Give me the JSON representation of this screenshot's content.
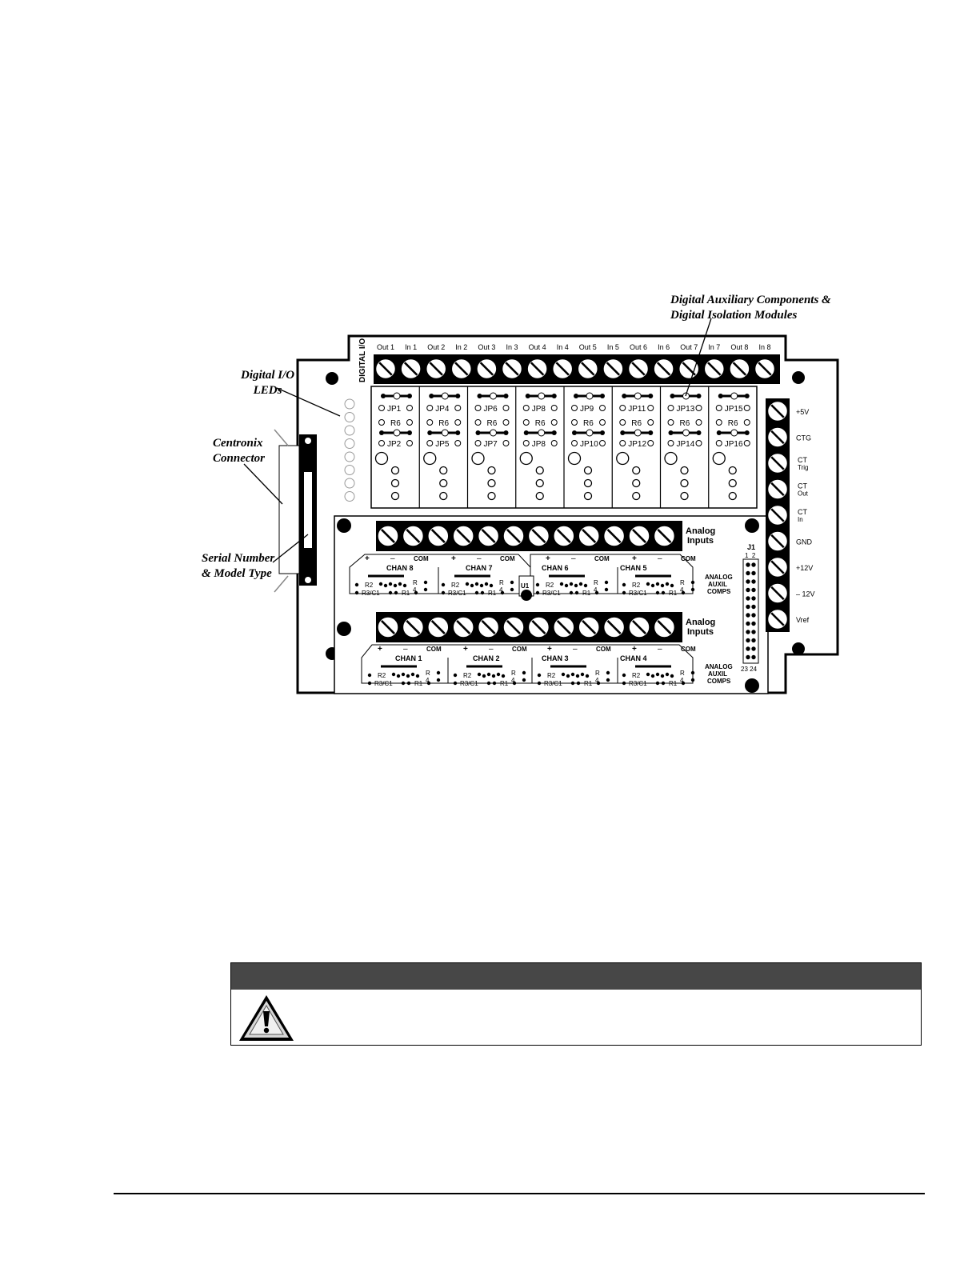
{
  "callouts": {
    "digital_aux": "Digital Auxiliary Components &\nDigital Isolation Modules",
    "digital_leds": "Digital I/O\nLEDs",
    "centronix": "Centronix\nConnector",
    "serial": "Serial Number\n& Model Type"
  },
  "board": {
    "digital_io_label": "DIGITAL I/O",
    "digital_terminals": [
      "Out 1",
      "In 1",
      "Out 2",
      "In 2",
      "Out 3",
      "In 3",
      "Out 4",
      "In 4",
      "Out 5",
      "In 5",
      "Out 6",
      "In 6",
      "Out 7",
      "In 7",
      "Out 8",
      "In 8"
    ],
    "modules": [
      {
        "jp_top": "JP1",
        "jp_bot": "JP2"
      },
      {
        "jp_top": "JP4",
        "jp_bot": "JP5"
      },
      {
        "jp_top": "JP6",
        "jp_bot": "JP7"
      },
      {
        "jp_top": "JP8",
        "jp_bot": "JP8"
      },
      {
        "jp_top": "JP9",
        "jp_bot": "JP10"
      },
      {
        "jp_top": "JP11",
        "jp_bot": "JP12"
      },
      {
        "jp_top": "JP13",
        "jp_bot": "JP14"
      },
      {
        "jp_top": "JP15",
        "jp_bot": "JP16"
      }
    ],
    "r6_label": "R6",
    "analog_inputs_label": [
      "Analog",
      "Inputs"
    ],
    "plus": "+",
    "minus": "–",
    "com": "COM",
    "channels_top": [
      "CHAN 8",
      "CHAN 7",
      "CHAN 6",
      "CHAN 5"
    ],
    "channels_bottom": [
      "CHAN 1",
      "CHAN 2",
      "CHAN 3",
      "CHAN 4"
    ],
    "comp_labels": {
      "r2": "R2",
      "r3c1": "R3/C1",
      "r1": "R1",
      "r": "R",
      "four": "4"
    },
    "u1": "U1",
    "auxil_label": [
      "ANALOG",
      "AUXIL",
      "COMPS"
    ],
    "j1": {
      "title": "J1",
      "top": "1  2",
      "bottom": "23 24"
    },
    "power_terminals": [
      {
        "label": "+5V"
      },
      {
        "label": "CTG"
      },
      {
        "label": "CT",
        "sub": "Trig"
      },
      {
        "label": "CT",
        "sub": "Out"
      },
      {
        "label": "CT",
        "sub": "In"
      },
      {
        "label": "GND"
      },
      {
        "label": "+12V"
      },
      {
        "label": "– 12V"
      },
      {
        "label": "Vref"
      }
    ]
  }
}
